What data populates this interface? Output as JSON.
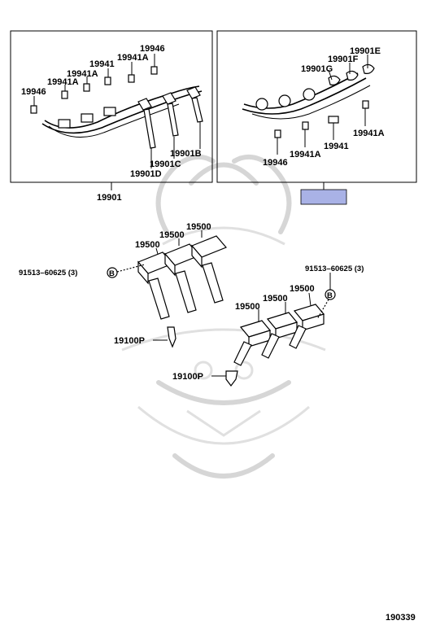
{
  "labels": {
    "ref_19946_left": "19946",
    "ref_19941a_left_a": "19941A",
    "ref_19941a_left_b": "19941A",
    "ref_19941_left": "19941",
    "ref_19941a_left_top": "19941A",
    "ref_19946_left_top": "19946",
    "ref_19901b": "19901B",
    "ref_19901c": "19901C",
    "ref_19901d": "19901D",
    "ref_19901": "19901",
    "ref_19901e": "19901E",
    "ref_19901f": "19901F",
    "ref_19901g": "19901G",
    "ref_19941a_right": "19941A",
    "ref_19941_right": "19941",
    "ref_19941a_right_b": "19941A",
    "ref_19946_right": "19946",
    "coil_left_1": "19500",
    "coil_left_2": "19500",
    "coil_left_3": "19500",
    "bolt_left": "91513–60625 (3)",
    "bolt_left_marker": "B",
    "plug_left": "19100P",
    "bolt_right": "91513–60625 (3)",
    "bolt_right_marker": "B",
    "coil_right_1": "19500",
    "coil_right_2": "19500",
    "coil_right_3": "19500",
    "plug_right": "19100P",
    "diagram_code": "190339"
  },
  "colors": {
    "highlight_box": "#a9b2e6",
    "watermark": "#d6d6d6"
  }
}
